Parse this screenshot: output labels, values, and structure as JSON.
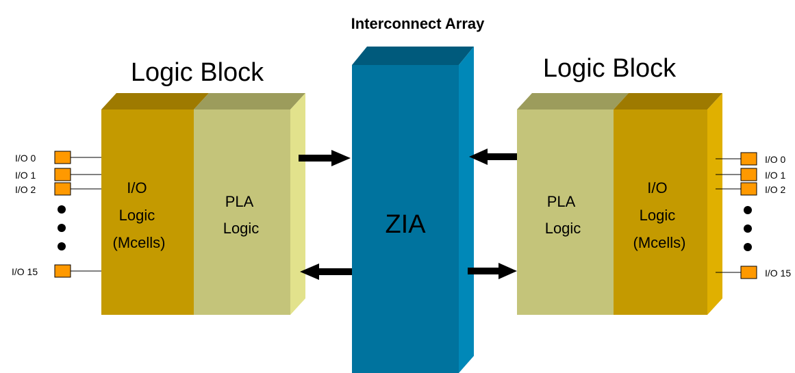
{
  "title": "Interconnect Array",
  "zia": {
    "label": "ZIA"
  },
  "left_block": {
    "heading": "Logic Block",
    "io_logic_lines": [
      "I/O",
      "Logic",
      "(Mcells)"
    ],
    "pla_logic_lines": [
      "PLA",
      "Logic"
    ],
    "io_labels": [
      "I/O 0",
      "I/O 1",
      "I/O 2",
      "I/O 15"
    ]
  },
  "right_block": {
    "heading": "Logic Block",
    "io_logic_lines": [
      "I/O",
      "Logic",
      "(Mcells)"
    ],
    "pla_logic_lines": [
      "PLA",
      "Logic"
    ],
    "io_labels": [
      "I/O 0",
      "I/O 1",
      "I/O 2",
      "I/O 15"
    ]
  },
  "colors": {
    "io_logic_face": "#C49A00",
    "io_logic_top": "#9E7A00",
    "pla_face": "#C4C47A",
    "pla_top": "#9C9C5C",
    "pla_side": "#E2E28C",
    "io_side_right": "#E0B000",
    "zia_face": "#00739E",
    "zia_top": "#005A7C",
    "zia_side": "#0088B8",
    "io_pin": "#FF9900",
    "arrow": "#000000"
  },
  "icons": [
    "ellipsis-dot-icon",
    "arrow-right-icon",
    "arrow-left-icon",
    "io-pin-icon"
  ]
}
